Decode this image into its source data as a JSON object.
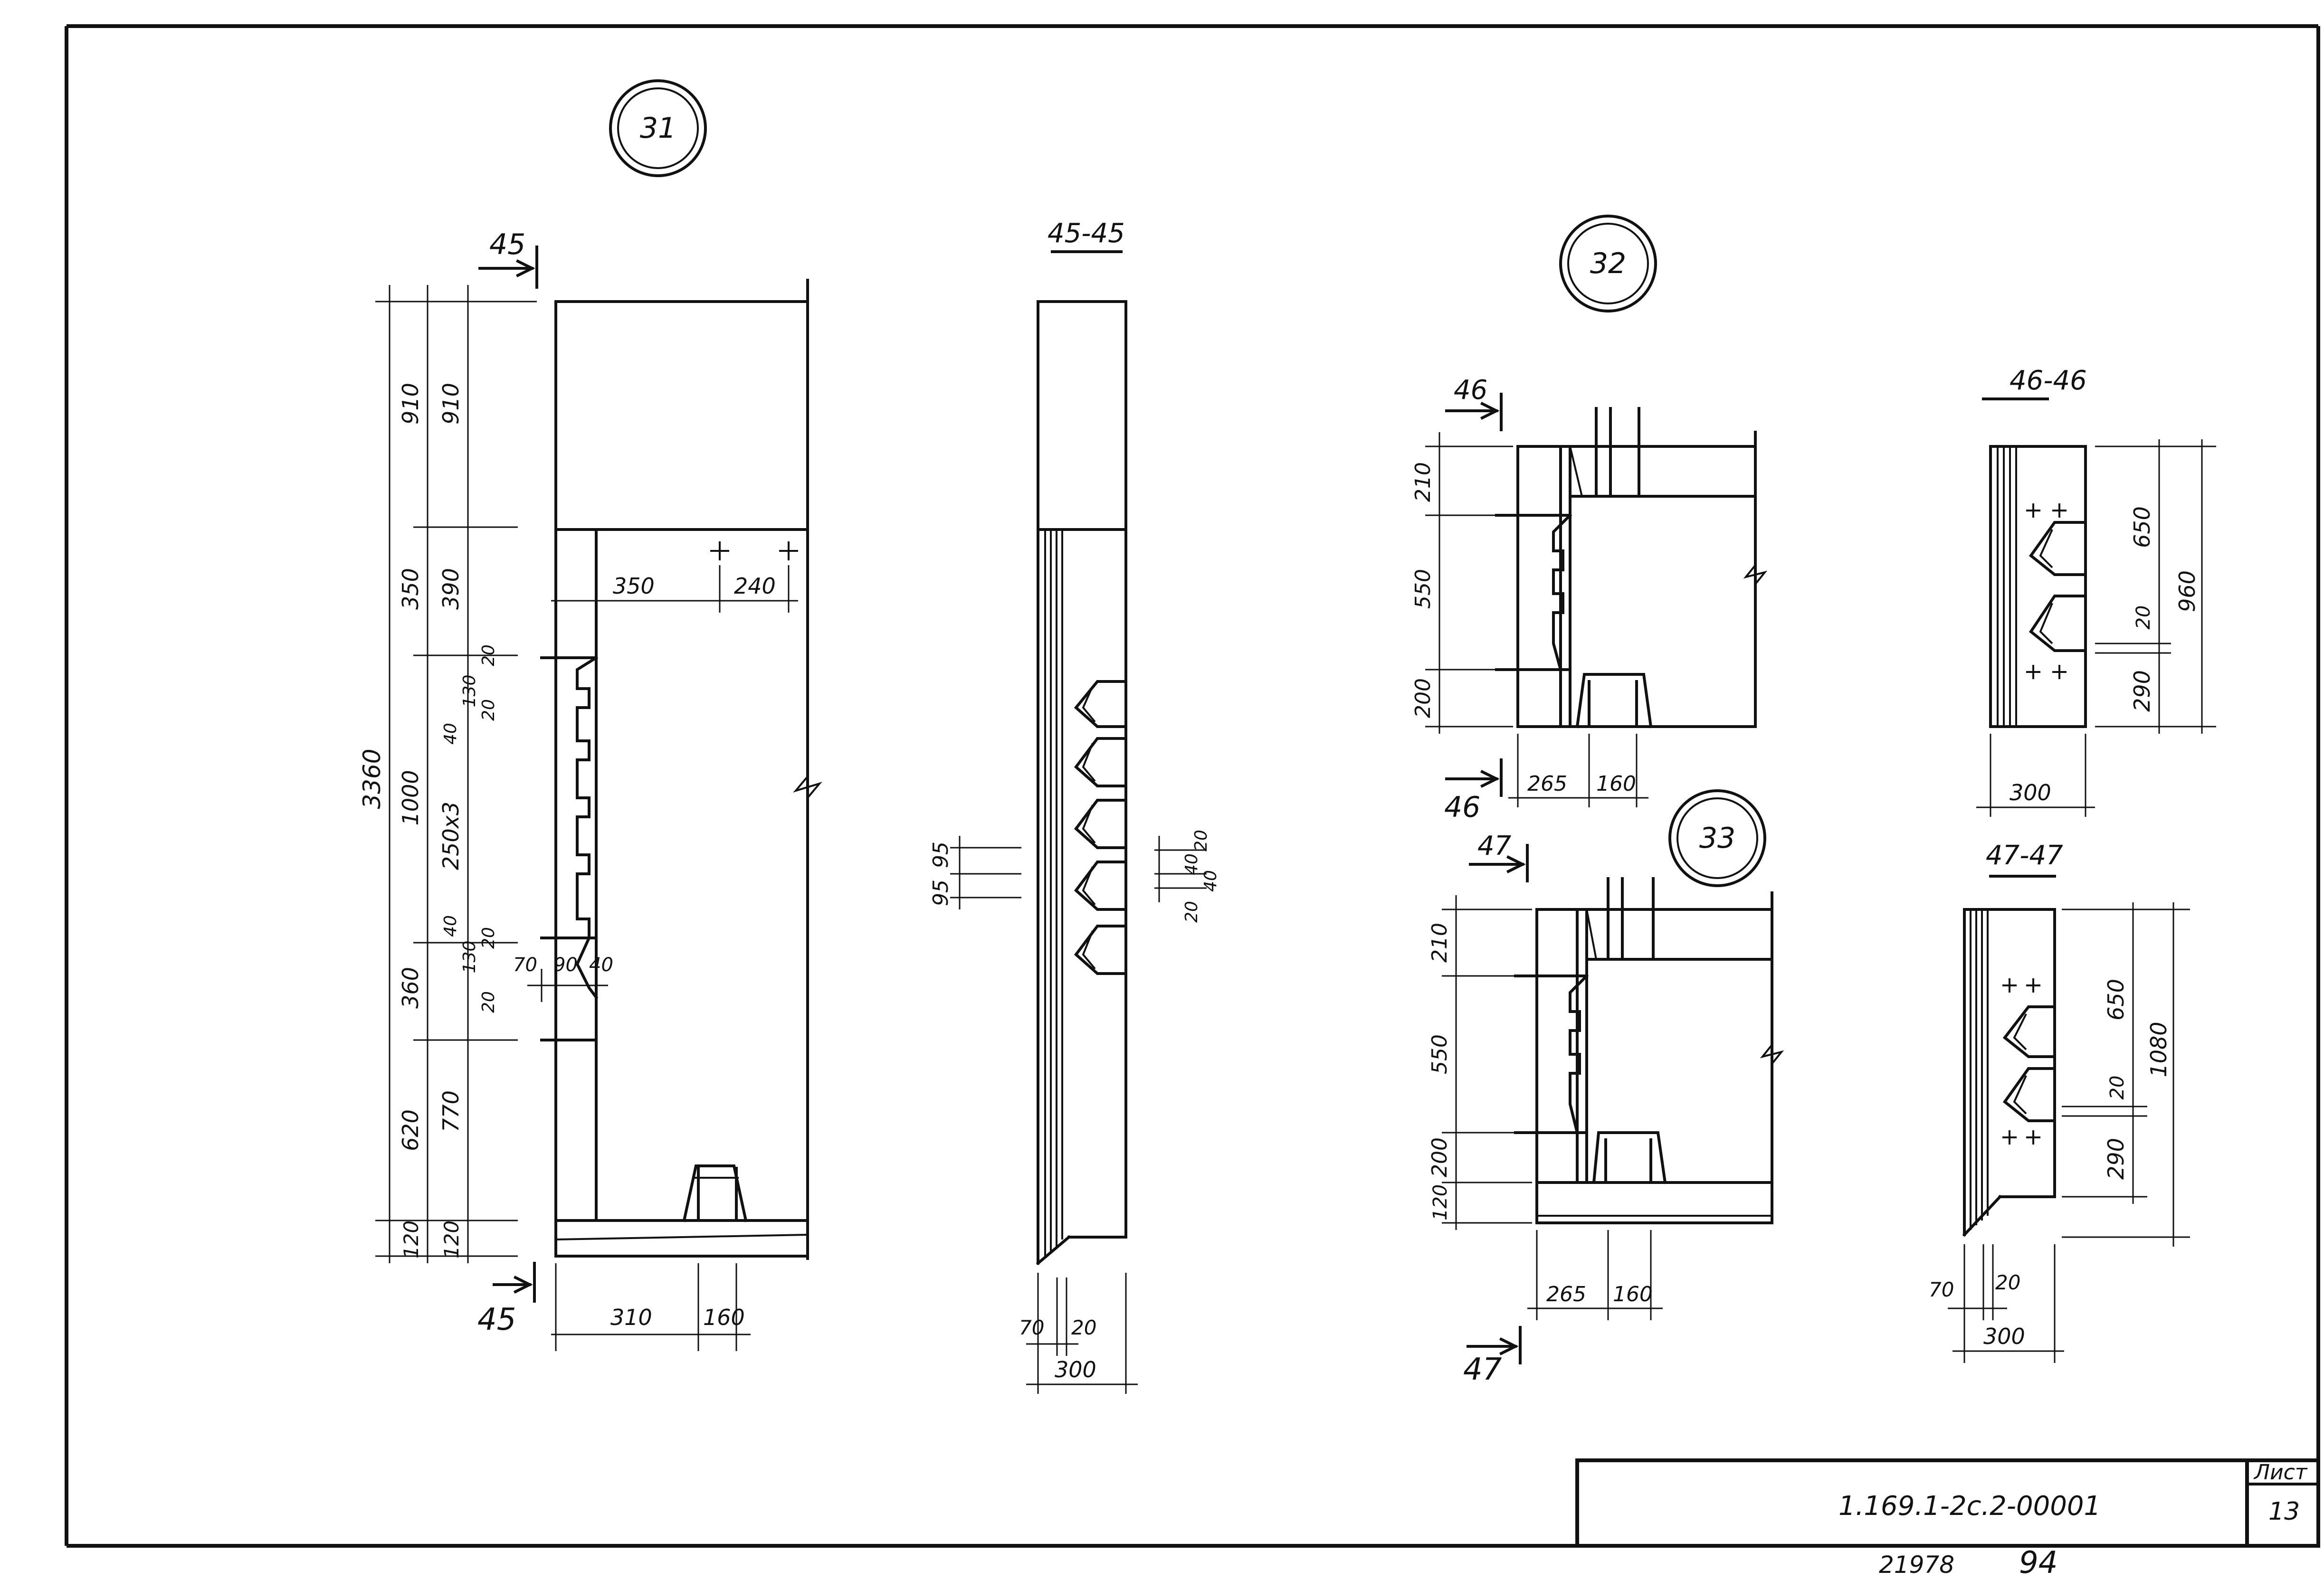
{
  "sheet": {
    "doc_code": "1.169.1-2с.2-00001",
    "sheet_label": "Лист",
    "sheet_number": "13",
    "archive_no": "21978",
    "archive_suffix": "94"
  },
  "markers": {
    "m31": "31",
    "m32": "32",
    "m33": "33"
  },
  "sections": {
    "s45": "45",
    "s45_45": "45-45",
    "s46": "46",
    "s46_46": "46-46",
    "s47": "47",
    "s47_47": "47-47"
  },
  "dims31": {
    "total": "3360",
    "d910a": "910",
    "d910b": "910",
    "d350v": "350",
    "d390": "390",
    "d1000": "1000",
    "d250x3": "250x3",
    "d360": "360",
    "d620": "620",
    "d770": "770",
    "d120a": "120",
    "d120b": "120",
    "d20a": "20",
    "d130a": "130",
    "d20b": "20",
    "d40a": "40",
    "d40b": "40",
    "d130b": "130",
    "d20c": "20",
    "d20d": "20",
    "d70": "70",
    "d90": "90",
    "d40h": "40",
    "h350": "350",
    "h240": "240",
    "h310": "310",
    "h160": "160"
  },
  "dims45": {
    "d95a": "95",
    "d95b": "95",
    "r20a": "20",
    "r40a": "40",
    "r20b": "20",
    "r40b": "40",
    "b70": "70",
    "b20": "20",
    "b300": "300"
  },
  "dims32": {
    "d210": "210",
    "d550": "550",
    "d200": "200",
    "h265": "265",
    "h160": "160"
  },
  "dims46": {
    "d650": "650",
    "d20": "20",
    "d290": "290",
    "d960": "960",
    "b300": "300"
  },
  "dims33": {
    "d210": "210",
    "d550": "550",
    "d200": "200",
    "d120": "120",
    "h265": "265",
    "h160": "160"
  },
  "dims47": {
    "d650": "650",
    "d20": "20",
    "d290": "290",
    "d1080": "1080",
    "b70": "70",
    "b20": "20",
    "b300": "300"
  }
}
